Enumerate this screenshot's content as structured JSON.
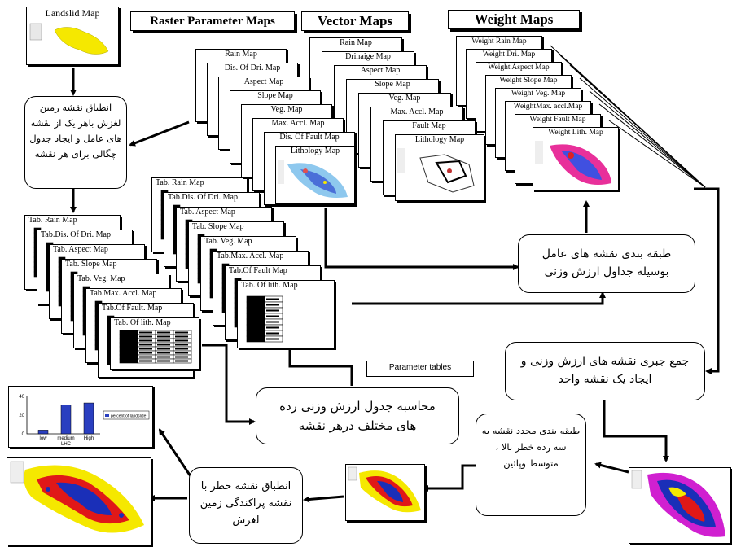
{
  "headers": {
    "raster": "Raster Parameter Maps",
    "vector": "Vector Maps",
    "weight": "Weight Maps"
  },
  "landslide_map_label": "Landslid Map",
  "raster_maps": [
    "Rain Map",
    "Dis. Of Dri. Map",
    "Aspect Map",
    "Slope Map",
    "Veg. Map",
    "Max. Accl. Map",
    "Dis. Of Fault Map",
    "Lithology Map"
  ],
  "vector_maps": [
    "Rain Map",
    "Drinaige Map",
    "Aspect Map",
    "Slope Map",
    "Veg. Map",
    "Max. Accl. Map",
    "Fault Map",
    "Lithology Map"
  ],
  "weight_maps": [
    "Weight Rain Map",
    "Weight Dri. Map",
    "Weight Aspect Map",
    "Weight Slope Map",
    "Weight Veg. Map",
    "WeightMax. accl.Map",
    "Weight Fault Map",
    "Weight Lith. Map"
  ],
  "tab_maps_left": [
    "Tab. Rain Map",
    "Tab.Dis. Of Dri. Map",
    "Tab. Aspect Map",
    "Tab. Slope Map",
    "Tab. Veg. Map",
    "Tab.Max. Accl. Map",
    "Tab.Of Fault. Map",
    "Tab. Of lith. Map"
  ],
  "tab_maps_mid": [
    "Tab. Rain Map",
    "Tab.Dis. Of Dri. Map",
    "Tab. Aspect Map",
    "Tab. Slope Map",
    "Tab. Veg. Map",
    "Tab.Max. Accl. Map",
    "Tab.Of Fault Map",
    "Tab. Of lith. Map"
  ],
  "parameter_tables_label": "Parameter tables",
  "process_boxes": {
    "overlay_density": "انطباق نقشه زمین لغزش باهر یک از نقشه های عامل و ایجاد جدول چگالی برای هر نقشه",
    "classify_weights": "طبقه بندی نقشه های عامل بوسیله جداول ارزش وزنی",
    "sum_weights": "جمع جبری نقشه های ارزش وزنی و ایجاد یک نقشه واحد",
    "compute_weights": "محاسبه جدول ارزش وزنی رده های مختلف درهر نقشه",
    "reclassify": "طبقه بندی مجدد نقشه به سه رده خطر بالا ، متوسط وپائین",
    "overlay_hazard": "انطباق نقشه خطر با نقشه پراکندگی زمین لغزش"
  },
  "bar_chart": {
    "categories": [
      "low",
      "medium",
      "High"
    ],
    "values": [
      4,
      31,
      33
    ],
    "xlabel": "LHC",
    "yticks": [
      "40",
      "20",
      "0"
    ],
    "legend": "percent of landslide"
  },
  "colors": {
    "arrow": "#000000",
    "map_yellow": "#f5e800",
    "map_red": "#e01818",
    "map_blue": "#1a2fb8",
    "map_magenta": "#d020d0",
    "bar_blue": "#2a3fc0"
  }
}
